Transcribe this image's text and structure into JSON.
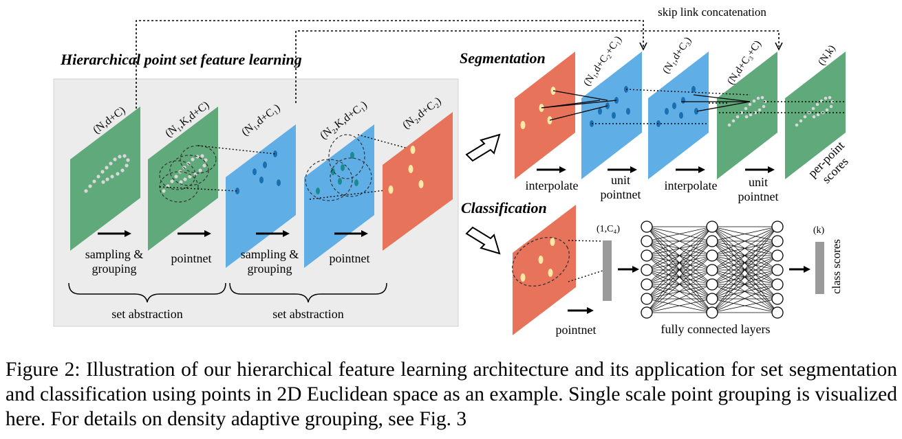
{
  "colors": {
    "green": "#5fa97a",
    "blue": "#5faee5",
    "red": "#e7735a",
    "panel_bg": "#ececec",
    "point_light": "#fde9a6",
    "point_dark": "#1a6fb0",
    "point_teal": "#1a8a90",
    "vector": "#9a9a9a"
  },
  "titles": {
    "hierarchical": "Hierarchical point set feature learning",
    "segmentation": "Segmentation",
    "classification": "Classification",
    "skip_link": "skip link concatenation"
  },
  "planes": {
    "p1": "(N,d+C)",
    "p2": "(N₁,K,d+C)",
    "p3": "(N₁,d+C₁)",
    "p4": "(N₂,K,d+C₁)",
    "p5": "(N₂,d+C₂)",
    "s2": "(N₁,d+C₂+C₁)",
    "s3": "(N₁,d+C₃)",
    "s4": "(N,d+C₃+C)",
    "s5": "(N,k)"
  },
  "labels": {
    "sampling1_a": "sampling &",
    "sampling1_b": "grouping",
    "pointnet1": "pointnet",
    "sampling2_a": "sampling &",
    "sampling2_b": "grouping",
    "pointnet2": "pointnet",
    "set_abstraction1": "set abstraction",
    "set_abstraction2": "set abstraction",
    "interpolate1": "interpolate",
    "unit1_a": "unit",
    "unit1_b": "pointnet",
    "interpolate2": "interpolate",
    "unit2_a": "unit",
    "unit2_b": "pointnet",
    "per_point_a": "per-point",
    "per_point_b": "scores",
    "cls_pointnet": "pointnet",
    "fc_layers": "fully connected layers",
    "c4": "(1,C₄)",
    "k": "(k)",
    "class_scores": "class scores"
  },
  "caption": "Figure 2: Illustration of our hierarchical feature learning architecture and its application for set segmentation and classification using points in 2D Euclidean space as an example. Single scale point grouping is visualized here. For details on density adaptive grouping, see Fig. 3"
}
